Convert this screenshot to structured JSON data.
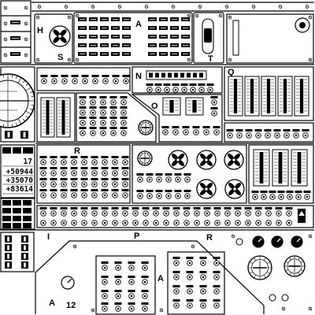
{
  "diagram": {
    "panel_labels": {
      "h": "H",
      "s": "S",
      "a_upper": "A",
      "t": "T",
      "n": "N",
      "o": "O",
      "q": "Q",
      "r_middle": "R",
      "r_lower": "R",
      "i": "I",
      "p": "P",
      "a_lower_center": "A",
      "a_lower_left": "A"
    },
    "knob_number": "12",
    "dsky": {
      "top_readout": "17",
      "registers": [
        "+50944",
        "+35070",
        "+83614"
      ]
    },
    "icons": {
      "fan_gauge": "fan-icon",
      "rotary_knob": "rotary-knob-icon",
      "attitude_indicator": "attitude-indicator-icon",
      "toggle_switch": "toggle-switch-icon",
      "screw": "screw-icon"
    },
    "colors": {
      "ink": "#000000",
      "panel": "#ffffff"
    }
  }
}
